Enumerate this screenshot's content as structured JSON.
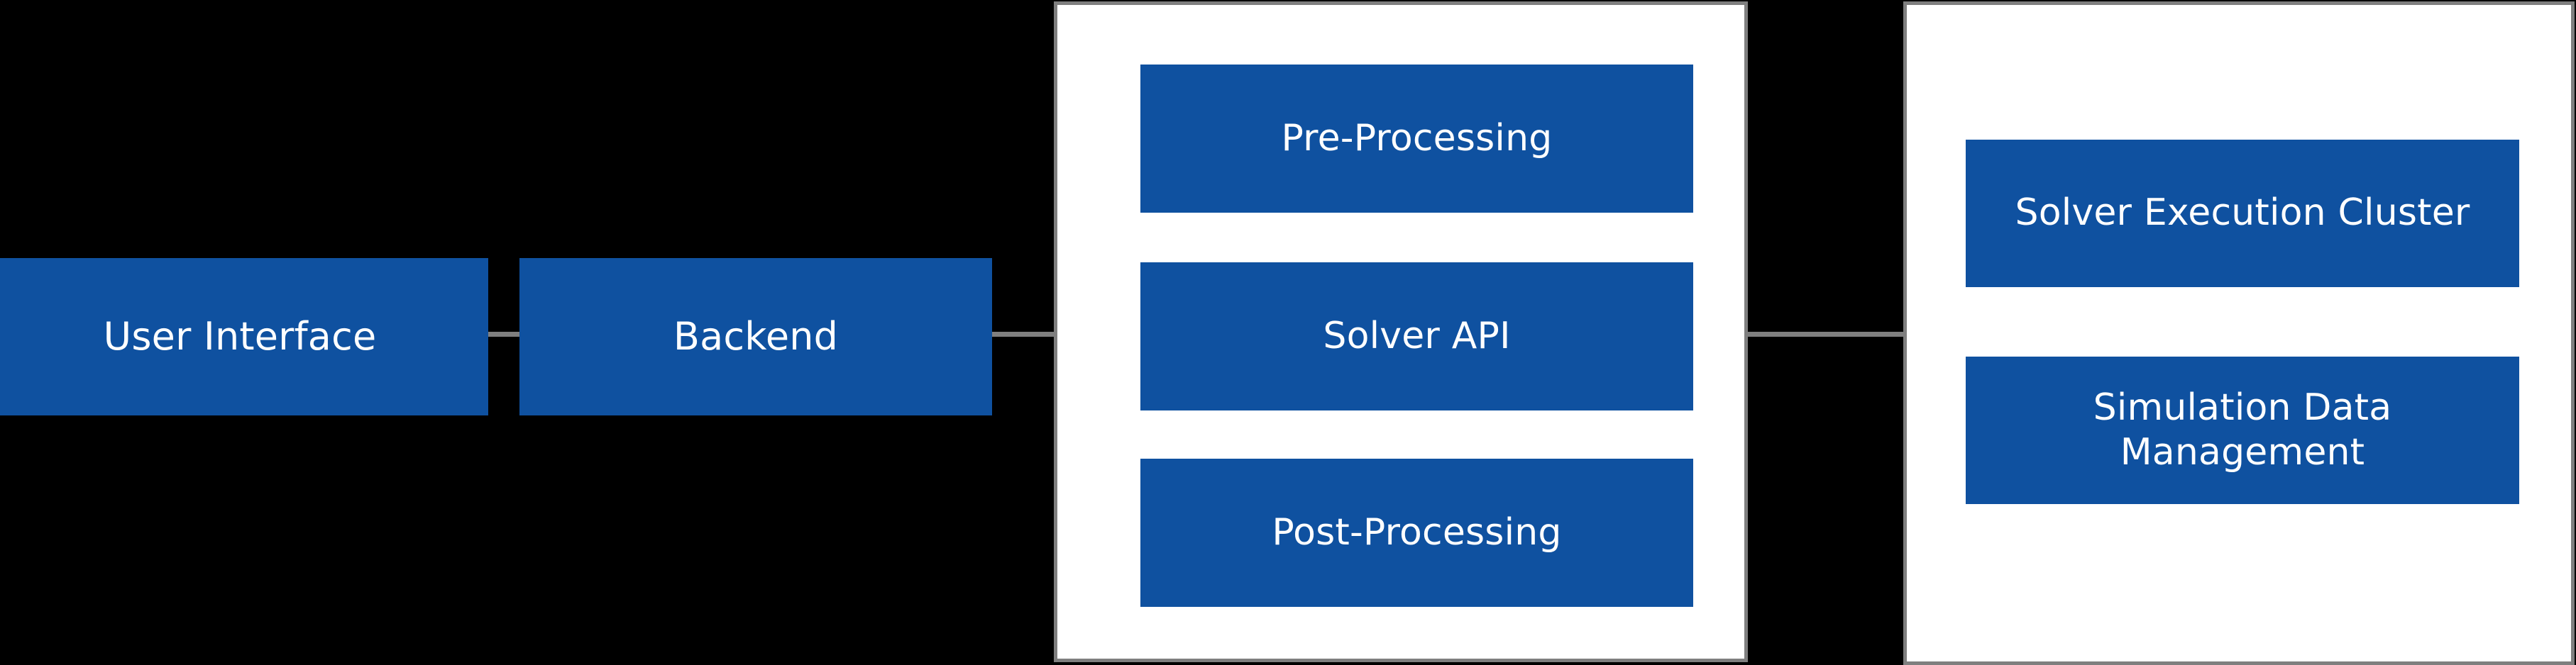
{
  "diagram": {
    "type": "architecture-block-diagram",
    "background_color": "#000000",
    "accent_color": "#0F51A0",
    "border_color": "#7F7F7F",
    "node_text_color": "#FFFFFF",
    "group_fill_color": "#FFFFFF"
  },
  "nodes": {
    "user_interface": {
      "label": "User Interface"
    },
    "backend": {
      "label": "Backend"
    },
    "pre_processing": {
      "label": "Pre-Processing"
    },
    "solver_api": {
      "label": "Solver API"
    },
    "post_processing": {
      "label": "Post-Processing"
    },
    "solver_execution_cluster": {
      "label": "Solver Execution Cluster"
    },
    "simulation_data_management": {
      "label": "Simulation Data Management"
    }
  },
  "groups": {
    "services": {
      "members": [
        "Pre-Processing",
        "Solver API",
        "Post-Processing"
      ]
    },
    "infrastructure": {
      "members": [
        "Solver Execution Cluster",
        "Simulation Data Management"
      ]
    }
  },
  "connectors": [
    {
      "from": "User Interface",
      "to": "Backend",
      "style": "solid-line"
    },
    {
      "from": "Backend",
      "to": "services-group",
      "style": "solid-line"
    },
    {
      "from": "services-group",
      "to": "infrastructure-group",
      "style": "solid-line"
    }
  ]
}
